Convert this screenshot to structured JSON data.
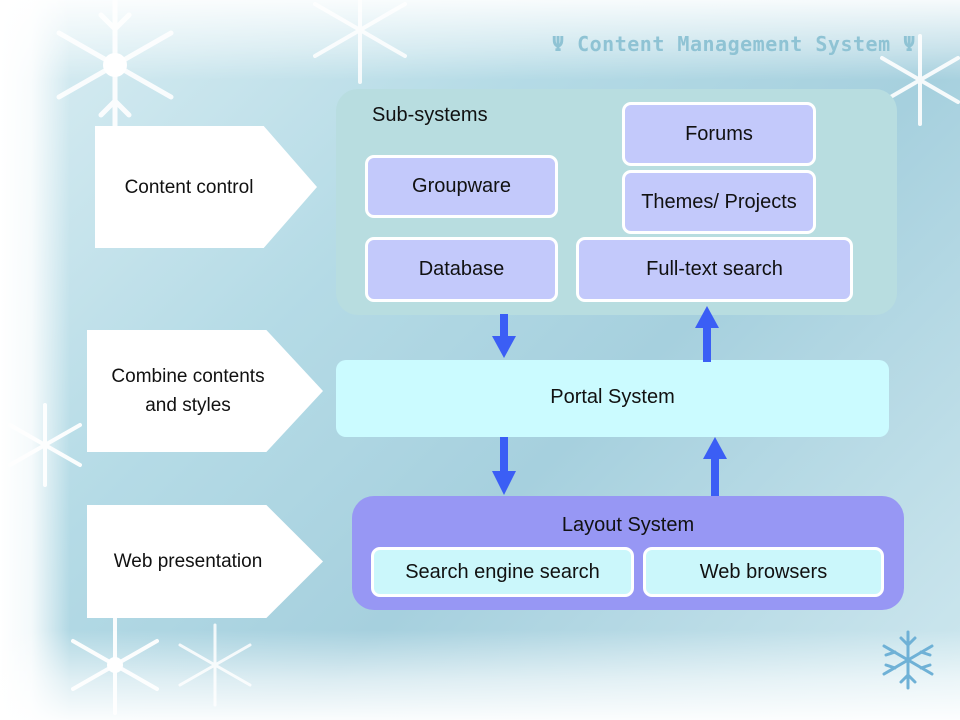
{
  "title": "Ψ Content Management System Ψ",
  "layers": [
    {
      "label": "Content control"
    },
    {
      "label_line1": "Combine contents",
      "label_line2": "and styles"
    },
    {
      "label": "Web presentation"
    }
  ],
  "subsystems": {
    "label": "Sub-systems",
    "groupware": "Groupware",
    "database": "Database",
    "forums": "Forums",
    "themes_projects": "Themes/ Projects",
    "fulltext_search": "Full-text search"
  },
  "portal": {
    "label": "Portal System"
  },
  "layout": {
    "label": "Layout System",
    "search_engine": "Search engine search",
    "web_browsers": "Web browsers"
  },
  "colors": {
    "arrow": "#3b5ef5",
    "subsystems_panel": "#b8dde0",
    "portal_panel": "#cbfbff",
    "layout_panel": "#9797f4",
    "box": "#c3c9fb"
  }
}
